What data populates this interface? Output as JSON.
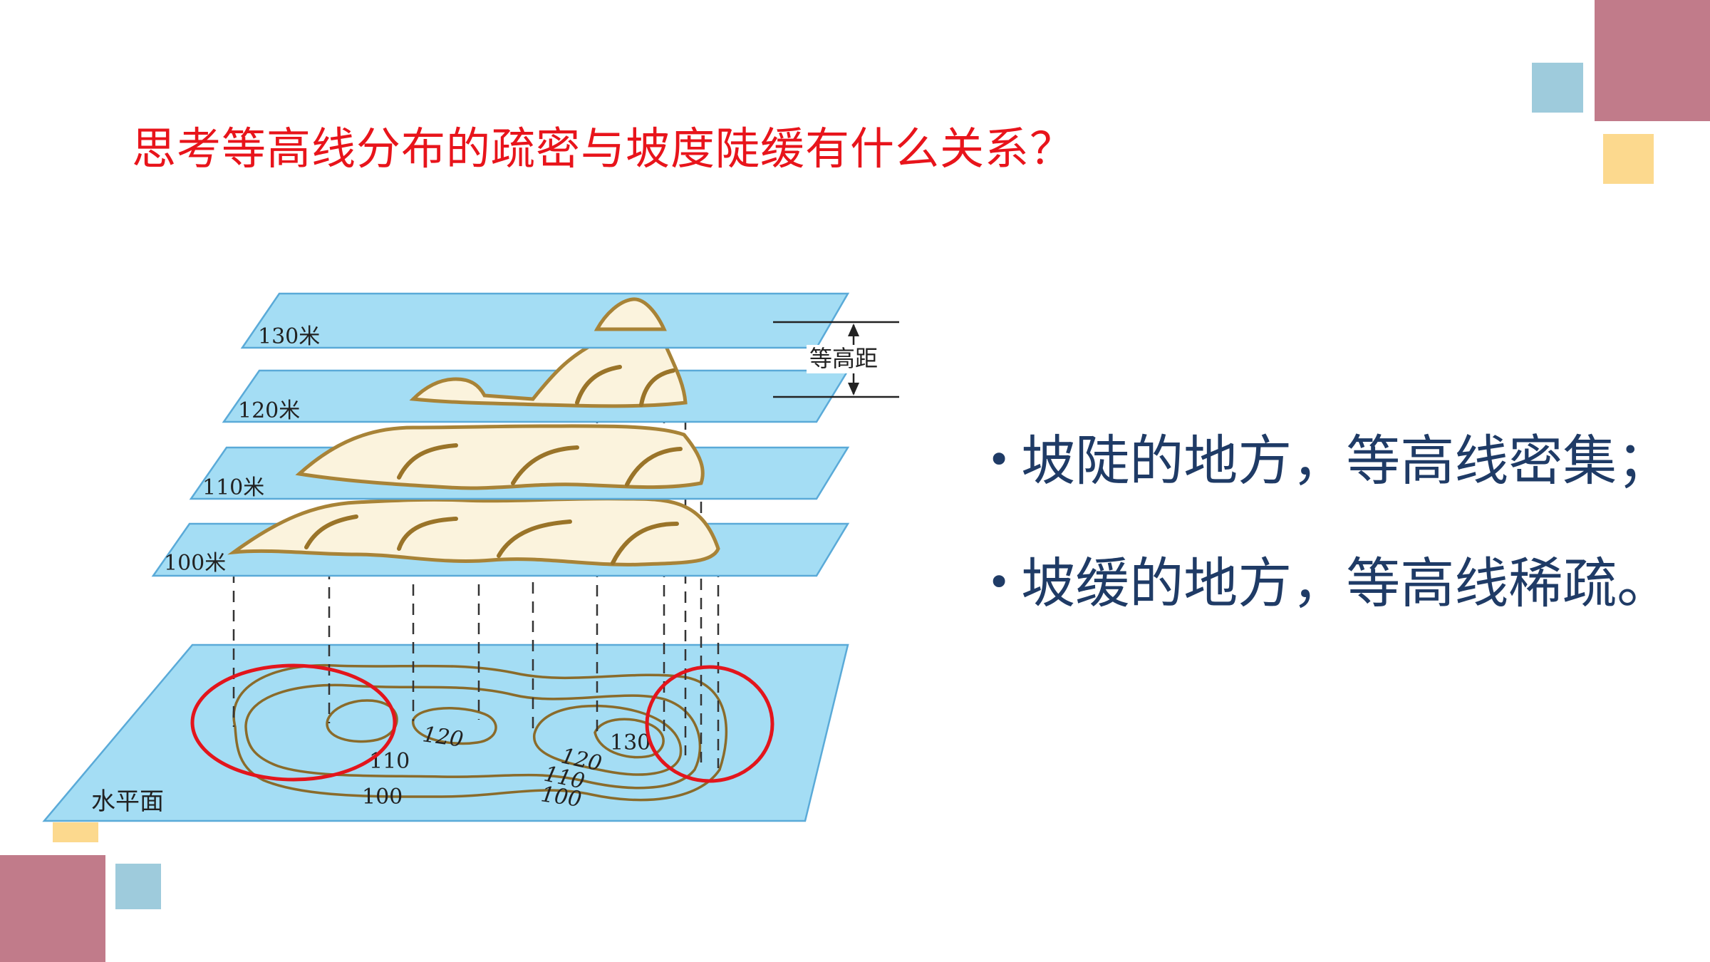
{
  "title": "思考等高线分布的疏密与坡度陡缓有什么关系？",
  "colors": {
    "title": "#e8141b",
    "bullet_text": "#1f3b66",
    "plane_fill": "#a4ddf4",
    "contour_line": "#8a6b2a",
    "highlight_circle": "#e3151c",
    "deco_rose": "#c17b8a",
    "deco_blue": "#9ecbdc",
    "deco_yellow": "#fcd98e"
  },
  "diagram": {
    "plane_labels": [
      "130米",
      "120米",
      "110米",
      "100米"
    ],
    "interval_label": "等高距",
    "base_plane_label": "水平面",
    "contour_labels": [
      "120",
      "130",
      "110",
      "100",
      "120",
      "110",
      "100"
    ]
  },
  "bullets": [
    "坡陡的地方，等高线密集；",
    "坡缓的地方，等高线稀疏。"
  ],
  "bullet_marker": "•"
}
